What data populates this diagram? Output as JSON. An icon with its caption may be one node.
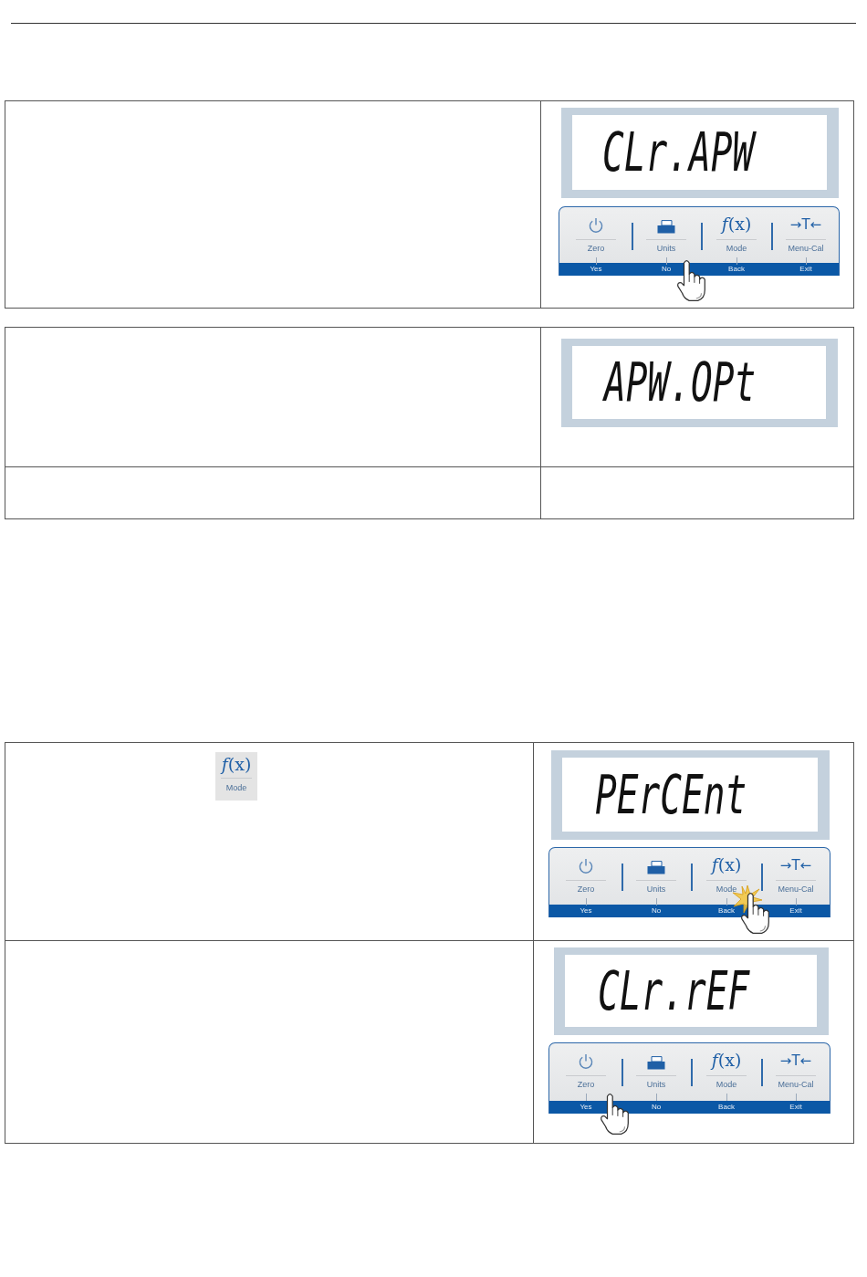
{
  "diagram": {
    "nodes": [
      {
        "text": [
          "CLr.APW"
        ]
      },
      {
        "text": [
          "*f*(x)",
          "→T←",
          "Zero",
          "Units",
          "Mode",
          "Menu-Cal",
          "Yes",
          "No",
          "Back",
          "Exit"
        ]
      },
      {
        "text": [
          "APW.OPt"
        ]
      },
      {
        "text": [
          "*f*(x)",
          "Mode"
        ]
      },
      {
        "text": [
          "PErCEnt"
        ]
      },
      {
        "text": [
          "*f*(x)",
          "→T←",
          "Zero",
          "Units",
          "Mode",
          "Menu-Cal",
          "Yes",
          "No",
          "Back",
          "Exit"
        ]
      },
      {
        "text": [
          "CLr.rEF"
        ]
      },
      {
        "text": [
          "*f*(x)",
          "→T←",
          "Zero",
          "Units",
          "Mode",
          "Menu-Cal",
          "Yes",
          "No",
          "Back",
          "Exit"
        ]
      }
    ]
  }
}
